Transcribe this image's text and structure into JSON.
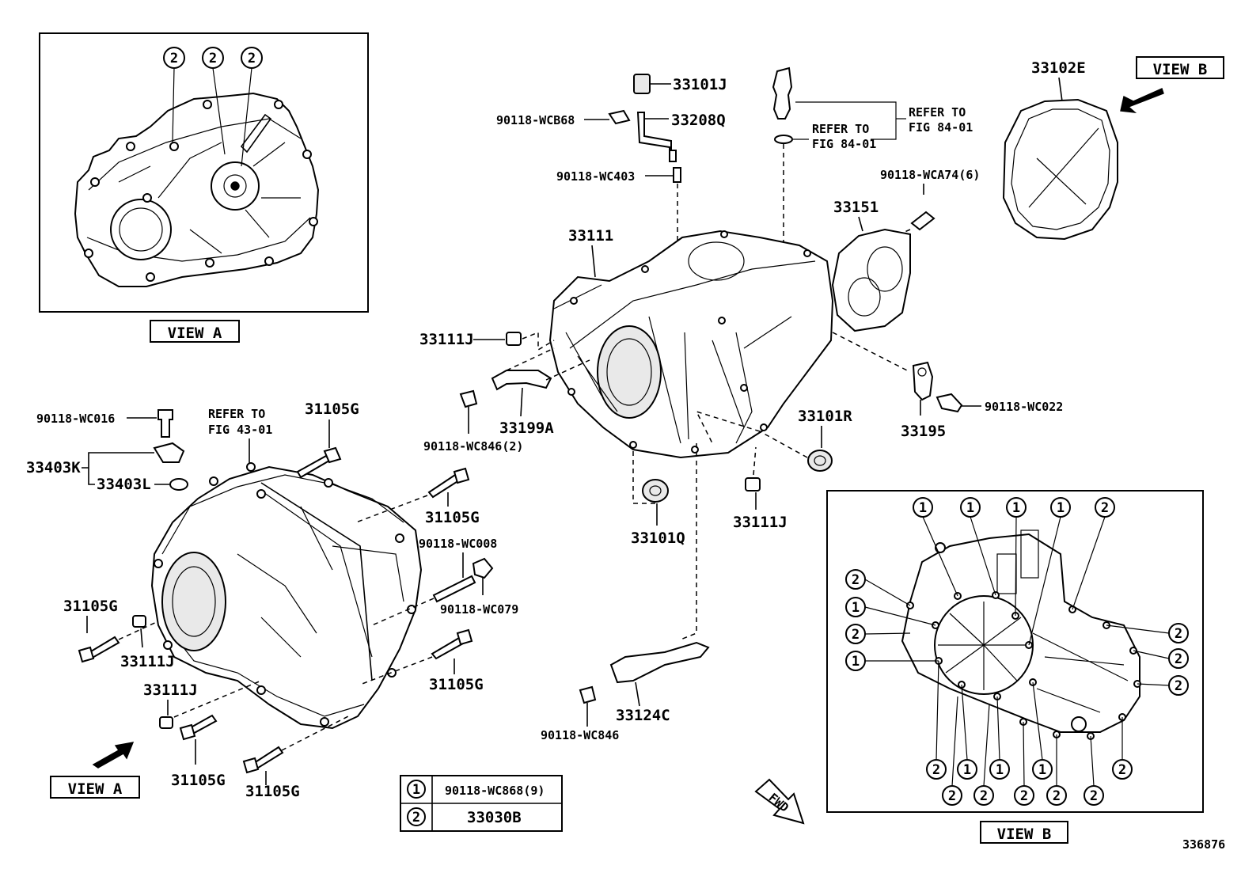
{
  "view_a_top": {
    "circle_labels": [
      "2",
      "2",
      "2"
    ],
    "caption": "VIEW A"
  },
  "view_b_label_top": "VIEW B",
  "parts": {
    "p33102E": "33102E",
    "p33101J": "33101J",
    "p33208Q": "33208Q",
    "p90118_WCB68": "90118-WCB68",
    "p90118_WC403": "90118-WC403",
    "refer_fig84_a_line1": "REFER TO",
    "refer_fig84_a_line2": "FIG 84-01",
    "refer_fig84_b_line1": "REFER TO",
    "refer_fig84_b_line2": "FIG 84-01",
    "p90118_WCA74": "90118-WCA74(6)",
    "p33151": "33151",
    "p33111": "33111",
    "p33111J_a": "33111J",
    "p33199A": "33199A",
    "p90118_WC846_2": "90118-WC846(2)",
    "p33195": "33195",
    "p90118_WC022": "90118-WC022",
    "p33101R": "33101R",
    "p33101Q": "33101Q",
    "p33111J_b": "33111J",
    "p33124C": "33124C",
    "p90118_WC846": "90118-WC846",
    "p90118_WC016": "90118-WC016",
    "refer_fig43_line1": "REFER TO",
    "refer_fig43_line2": "FIG 43-01",
    "p31105G_a": "31105G",
    "p33403K": "33403K",
    "p33403L": "33403L",
    "p31105G_b": "31105G",
    "p90118_WC008": "90118-WC008",
    "p90118_WC079": "90118-WC079",
    "p31105G_c": "31105G",
    "p33111J_c": "33111J",
    "p31105G_d": "31105G",
    "p33111J_d": "33111J",
    "p31105G_e": "31105G",
    "p31105G_f": "31105G"
  },
  "view_a_bottom_label": "VIEW A",
  "view_b_label_bottom": "VIEW B",
  "legend": [
    {
      "key": "1",
      "value": "90118-WC868(9)"
    },
    {
      "key": "2",
      "value": "33030B"
    }
  ],
  "fwd_label": "FWD",
  "view_b_box": {
    "top_circles": [
      "1",
      "1",
      "1",
      "1",
      "2"
    ],
    "left_circles": [
      "2",
      "1",
      "2",
      "1"
    ],
    "right_circles": [
      "2",
      "2",
      "2"
    ],
    "bottom_row1": [
      "2",
      "1",
      "1",
      "1",
      "2"
    ],
    "bottom_row2": [
      "2",
      "2",
      "2",
      "2",
      "2"
    ]
  },
  "figure_number": "336876"
}
